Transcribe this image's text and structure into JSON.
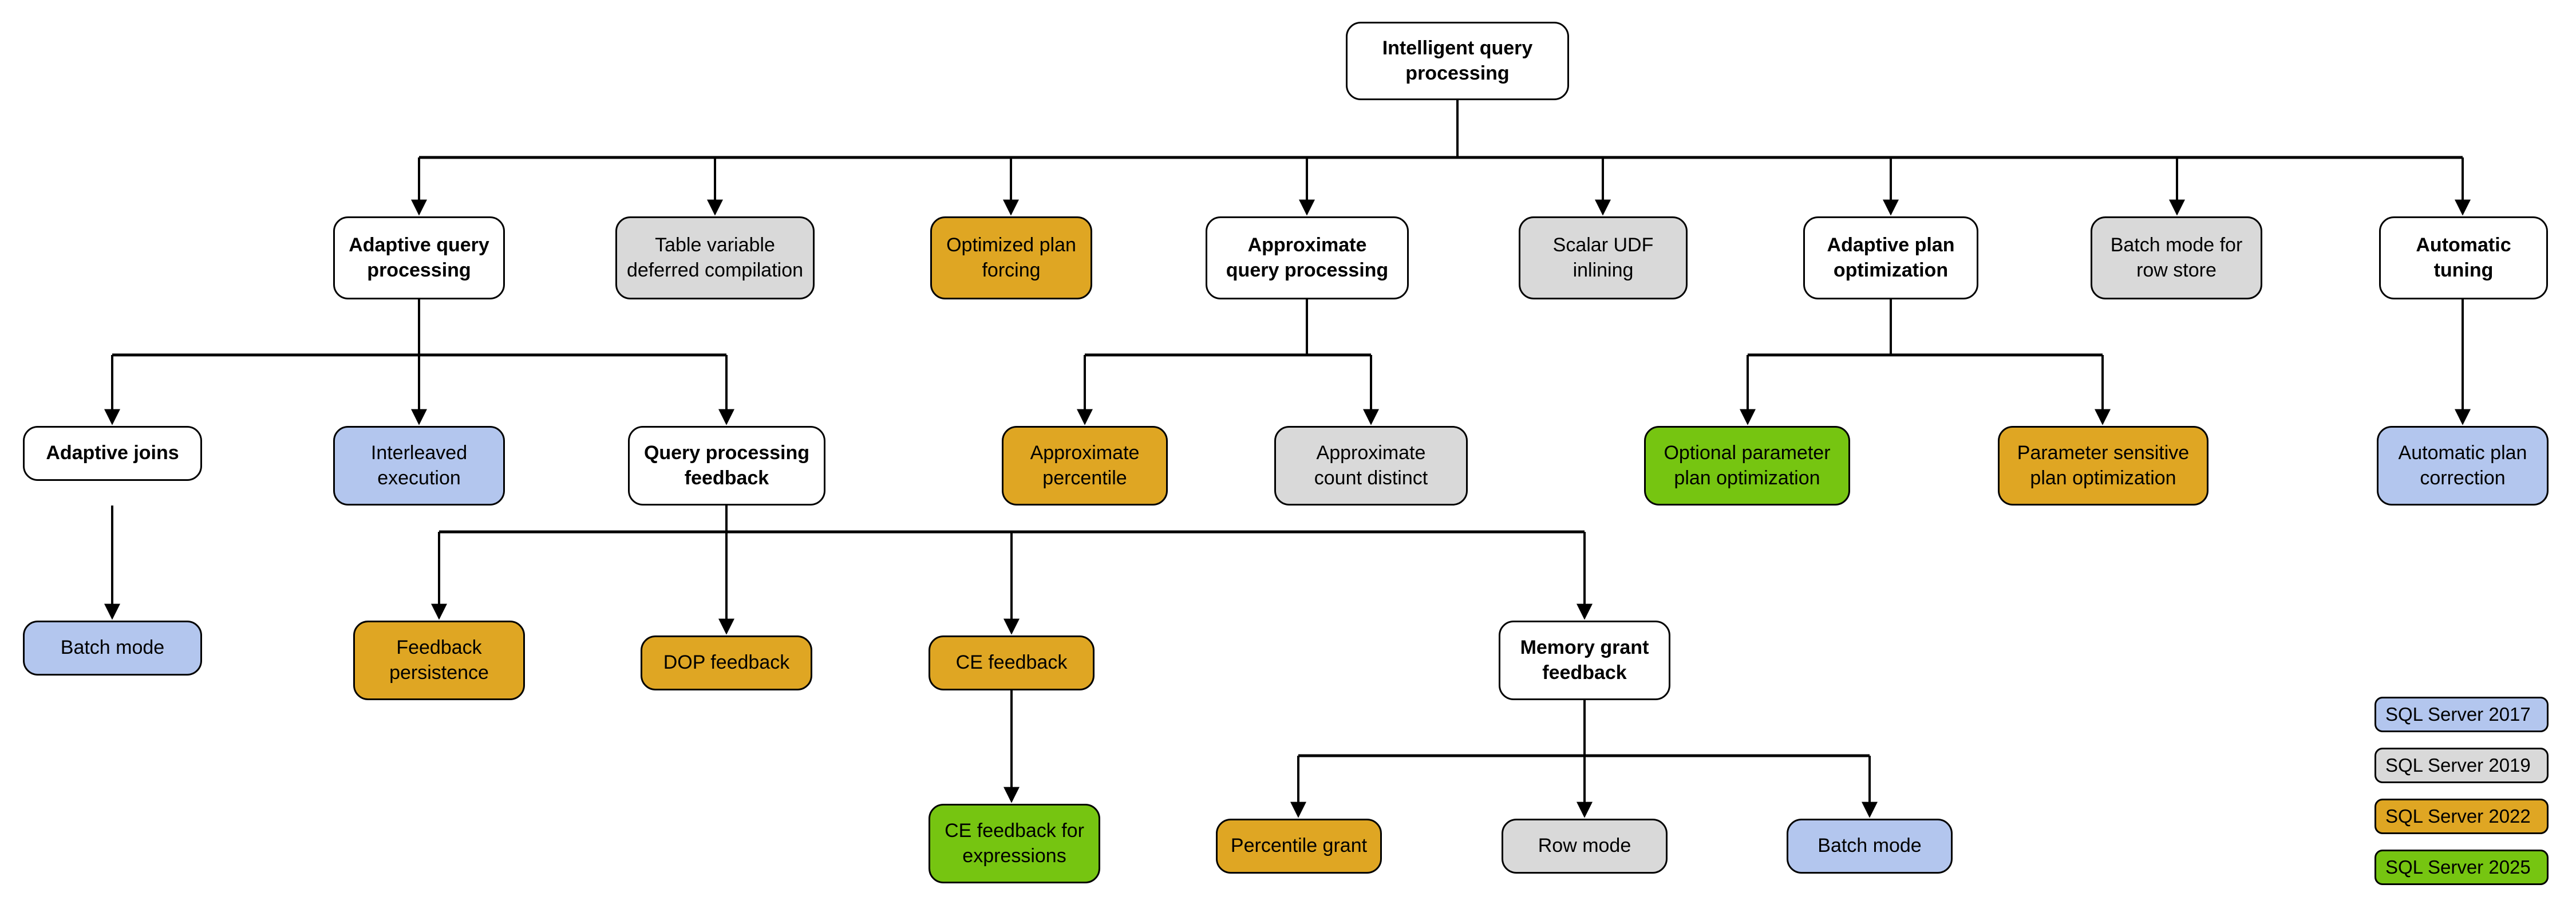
{
  "diagram": {
    "title": "Intelligent query processing",
    "palette": {
      "white": "#ffffff",
      "gray": "#d9d9d9",
      "orange": "#dfa623",
      "blue": "#b3c6ee",
      "green": "#76c511",
      "stroke": "#000000"
    },
    "nodes": {
      "root": "Intelligent query processing",
      "adaptive_query_processing": "Adaptive query\nprocessing",
      "table_variable_deferred_compilation": "Table variable\ndeferred compilation",
      "optimized_plan_forcing": "Optimized plan\nforcing",
      "approximate_query_processing": "Approximate\nquery processing",
      "scalar_udf_inlining": "Scalar UDF\ninlining",
      "adaptive_plan_optimization": "Adaptive plan\noptimization",
      "batch_mode_for_row_store": "Batch mode for\nrow store",
      "automatic_tuning": "Automatic\ntuning",
      "adaptive_joins": "Adaptive joins",
      "interleaved_execution": "Interleaved\nexecution",
      "query_processing_feedback": "Query processing\nfeedback",
      "approximate_percentile": "Approximate\npercentile",
      "approximate_count_distinct": "Approximate\ncount distinct",
      "optional_parameter_plan_optimization": "Optional parameter\nplan optimization",
      "parameter_sensitive_plan_optimization": "Parameter sensitive\nplan optimization",
      "automatic_plan_correction": "Automatic plan\ncorrection",
      "batch_mode_adaptive_joins": "Batch mode",
      "feedback_persistence": "Feedback\npersistence",
      "dop_feedback": "DOP feedback",
      "ce_feedback": "CE feedback",
      "memory_grant_feedback": "Memory grant\nfeedback",
      "ce_feedback_for_expressions": "CE feedback for\nexpressions",
      "percentile_grant": "Percentile grant",
      "row_mode": "Row mode",
      "batch_mode_memory_grant": "Batch mode"
    },
    "legend": {
      "items": [
        {
          "label": "SQL Server 2017",
          "color": "#b3c6ee"
        },
        {
          "label": "SQL Server 2019",
          "color": "#d9d9d9"
        },
        {
          "label": "SQL Server 2022",
          "color": "#dfa623"
        },
        {
          "label": "SQL Server 2025",
          "color": "#76c511"
        }
      ]
    }
  }
}
